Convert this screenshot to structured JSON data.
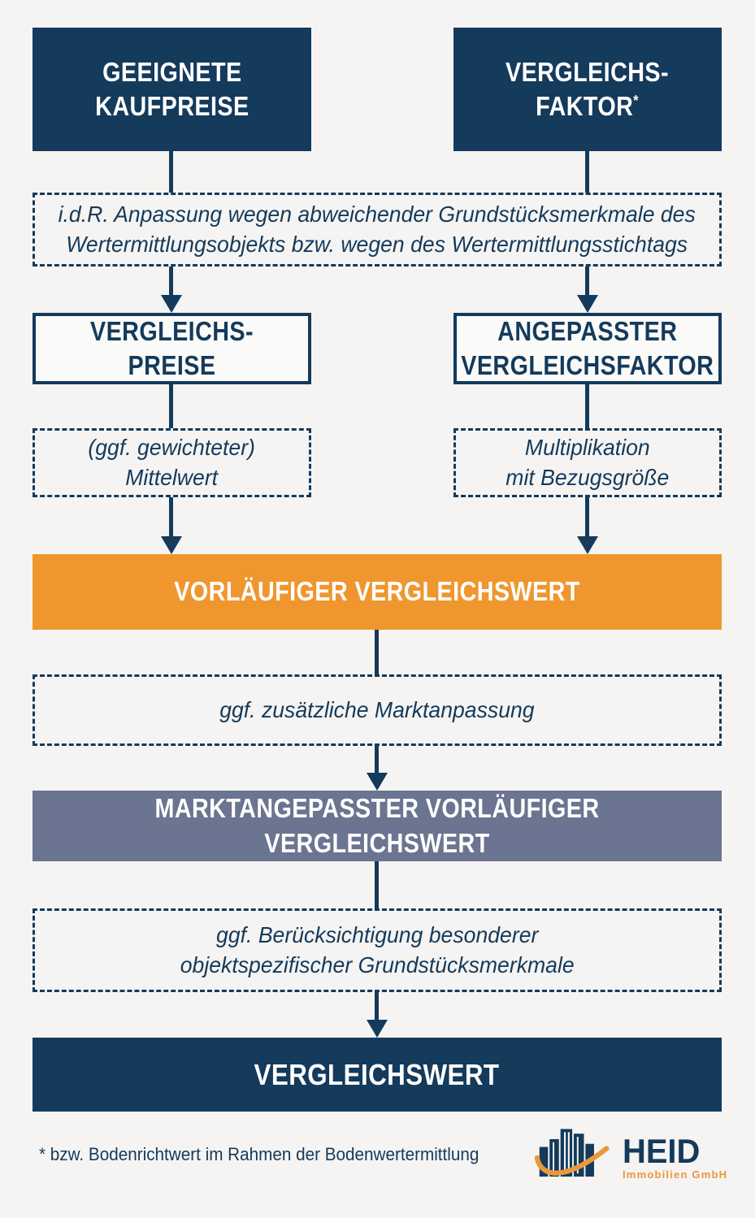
{
  "palette": {
    "navy": "#143A5C",
    "orange": "#F0962E",
    "slate": "#6B7490",
    "bg": "#F5F4F2",
    "logo_orange": "#E9993B"
  },
  "flow": {
    "top_left": "GEEIGNETE\nKAUFPREISE",
    "top_right": "VERGLEICHS-\nFAKTOR",
    "top_right_sup": "*",
    "adjustment_note": "i.d.R. Anpassung wegen abweichender Grundstücksmerkmale des\nWertermittlungsobjekts bzw. wegen des Wertermittlungsstichtags",
    "mid_left": "VERGLEICHS-\nPREISE",
    "mid_right": "ANGEPASSTER\nVERGLEICHSFAKTOR",
    "mean_note": "(ggf. gewichteter)\nMittelwert",
    "multiplication_note": "Multiplikation\nmit Bezugsgröße",
    "preliminary_value": "VORLÄUFIGER VERGLEICHSWERT",
    "market_adjustment_note": "ggf. zusätzliche Marktanpassung",
    "market_adjusted_value": "MARKTANGEPASSTER VORLÄUFIGER VERGLEICHSWERT",
    "object_specific_note": "ggf. Berücksichtigung besonderer\nobjektspezifischer Grundstücksmerkmale",
    "final_value": "VERGLEICHSWERT",
    "footnote": "* bzw. Bodenrichtwert im Rahmen der Bodenwertermittlung"
  },
  "logo": {
    "name": "HEID",
    "subtitle": "Immobilien GmbH"
  }
}
